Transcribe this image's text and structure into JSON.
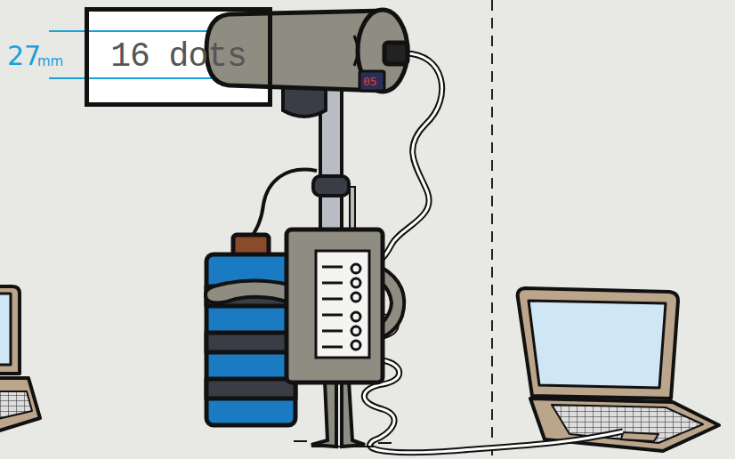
{
  "diagram": {
    "nodes": [
      {
        "text": [
          "16 dots"
        ]
      }
    ],
    "labels": [
      "27",
      "mm",
      "05"
    ]
  }
}
